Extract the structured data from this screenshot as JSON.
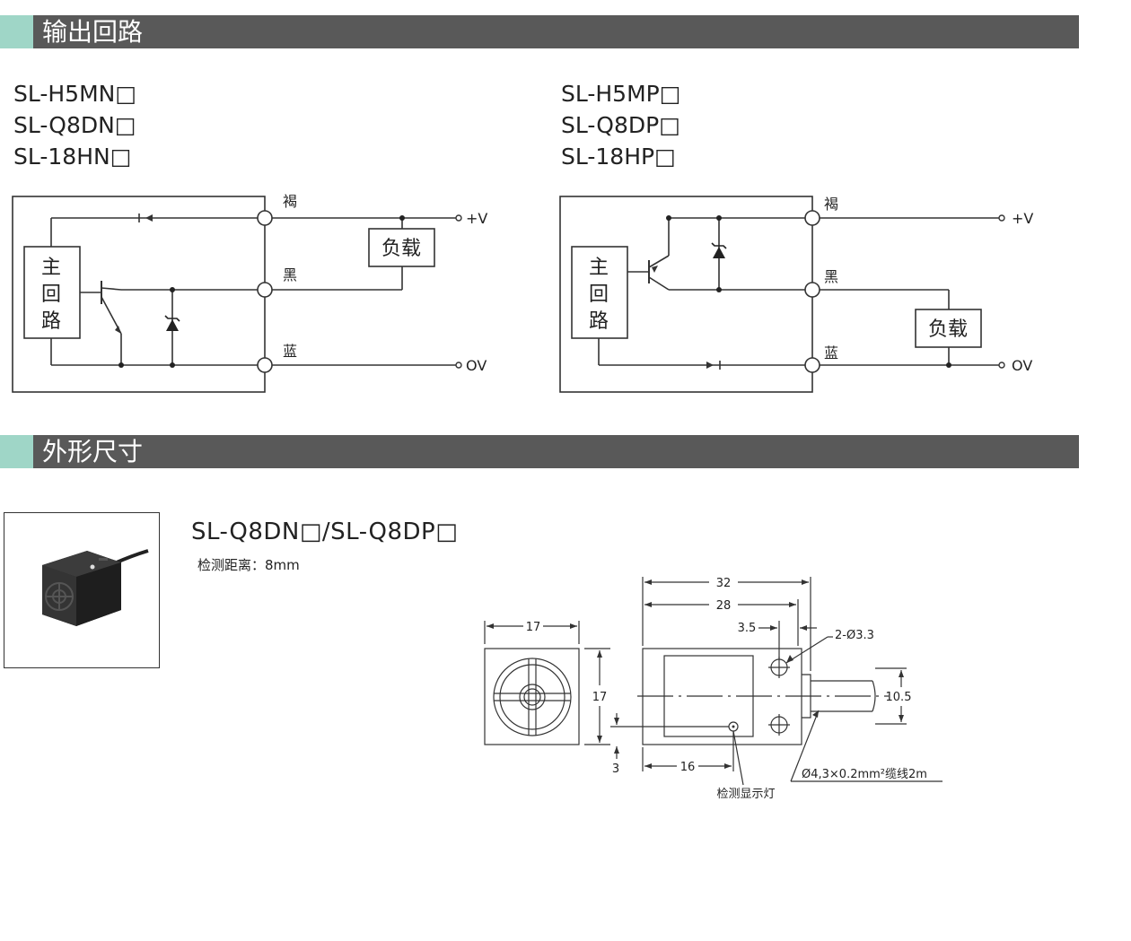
{
  "sections": {
    "output_circuit": "输出回路",
    "dimensions": "外形尺寸"
  },
  "npn": {
    "models": [
      "SL-H5MN□",
      "SL-Q8DN□",
      "SL-18HN□"
    ],
    "main_circuit": [
      "主",
      "回",
      "路"
    ],
    "wire_brown": "褐",
    "wire_black": "黑",
    "wire_blue": "蓝",
    "load": "负载",
    "plus_v": "+V",
    "zero_v": "OV"
  },
  "pnp": {
    "models": [
      "SL-H5MP□",
      "SL-Q8DP□",
      "SL-18HP□"
    ],
    "main_circuit": [
      "主",
      "回",
      "路"
    ],
    "wire_brown": "褐",
    "wire_black": "黑",
    "wire_blue": "蓝",
    "load": "负载",
    "plus_v": "+V",
    "zero_v": "OV"
  },
  "product": {
    "title": "SL-Q8DN□/SL-Q8DP□",
    "distance": "检测距离：8mm"
  },
  "drawing": {
    "front_width": "17",
    "front_height": "17",
    "len_32": "32",
    "len_28": "28",
    "hole_offset": "3.5",
    "holes": "2-Ø3.3",
    "cable_dia": "10.5",
    "led_x": "16",
    "led_y": "3",
    "cable_spec": "Ø4,3×0.2mm²缆线2m",
    "led_label": "检测显示灯"
  }
}
